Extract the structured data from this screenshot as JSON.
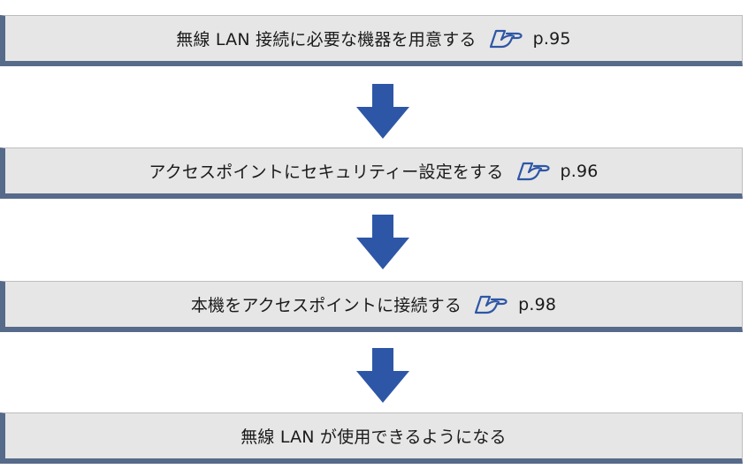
{
  "steps": [
    {
      "text": "無線 LAN 接続に必要な機器を用意する",
      "page_ref": "p.95"
    },
    {
      "text": "アクセスポイントにセキュリティー設定をする",
      "page_ref": "p.96"
    },
    {
      "text": "本機をアクセスポイントに接続する",
      "page_ref": "p.98"
    },
    {
      "text": "無線 LAN が使用できるようになる"
    }
  ],
  "colors": {
    "box_fill": "#e6e6e6",
    "box_edge": "#566a8a",
    "arrow": "#2e56a6"
  },
  "icons": {
    "reference": "pointing-hand-icon",
    "flow": "down-arrow-icon"
  }
}
